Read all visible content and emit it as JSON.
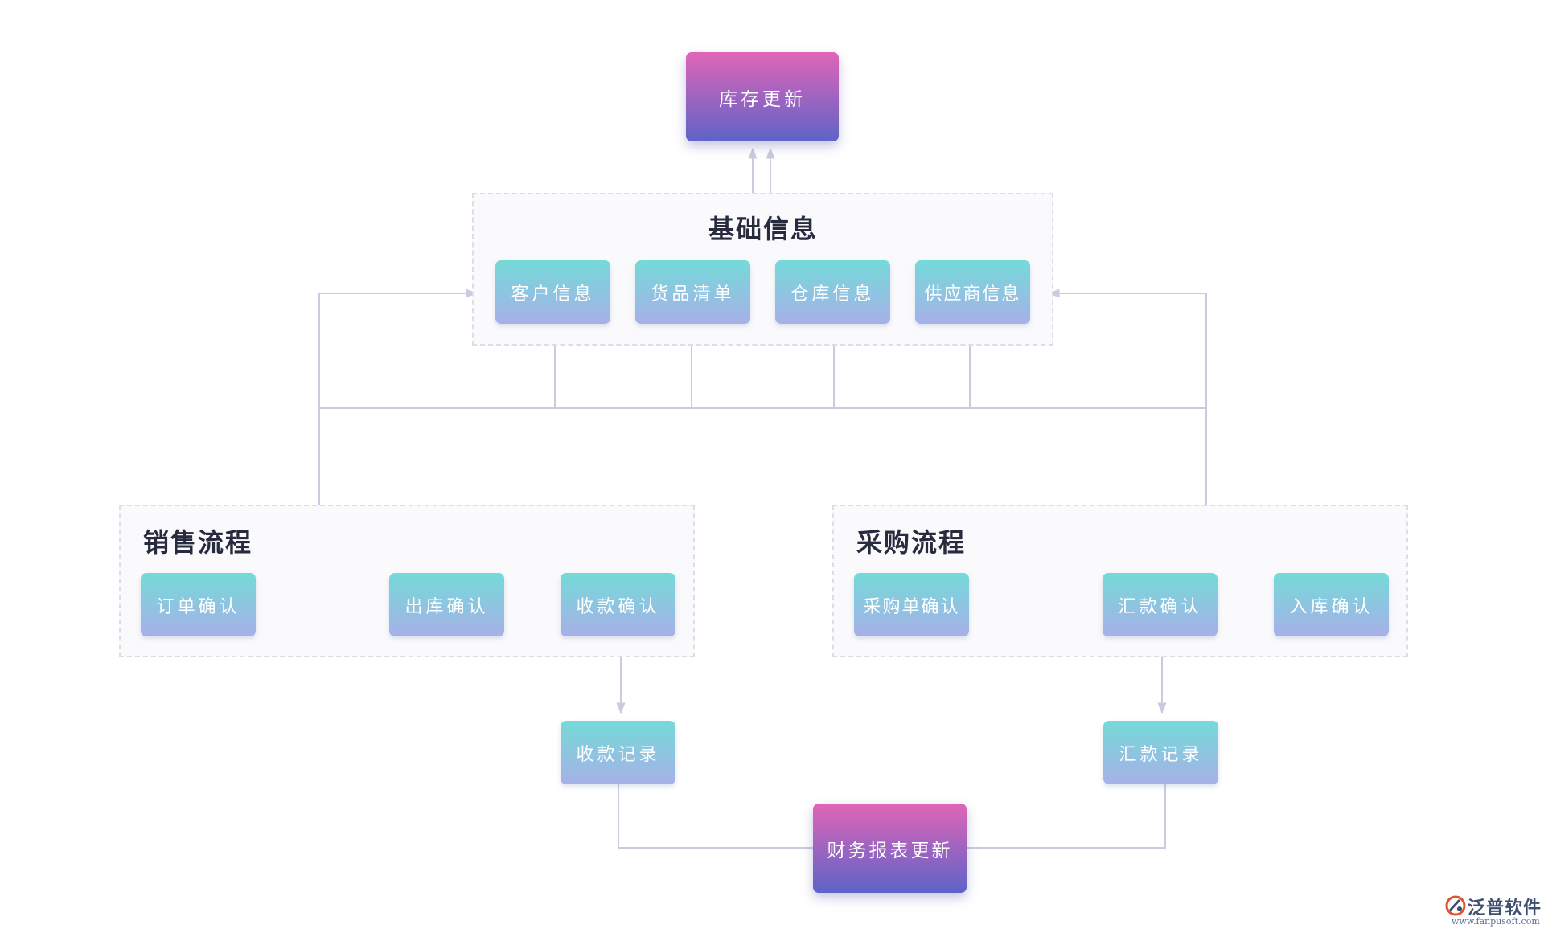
{
  "colors": {
    "teal_top": "#74dad8",
    "teal_bottom": "#a7b0e8",
    "pink_top": "#e065b7",
    "pink_bottom": "#5e63c8",
    "connector": "#c9cbe0",
    "group_border": "#dcdde6"
  },
  "inventory_update": {
    "label": "库存更新"
  },
  "basic_info": {
    "title": "基础信息",
    "items": [
      "客户信息",
      "货品清单",
      "仓库信息",
      "供应商信息"
    ]
  },
  "sales": {
    "title": "销售流程",
    "steps": [
      "订单确认",
      "出库确认",
      "收款确认"
    ],
    "record": "收款记录"
  },
  "purchase": {
    "title": "采购流程",
    "steps": [
      "采购单确认",
      "汇款确认",
      "入库确认"
    ],
    "record": "汇款记录"
  },
  "finance_update": {
    "label": "财务报表更新"
  },
  "watermark": {
    "icon": "fanpu-logo-icon",
    "name": "泛普软件",
    "url": "www.fanpusoft.com"
  }
}
